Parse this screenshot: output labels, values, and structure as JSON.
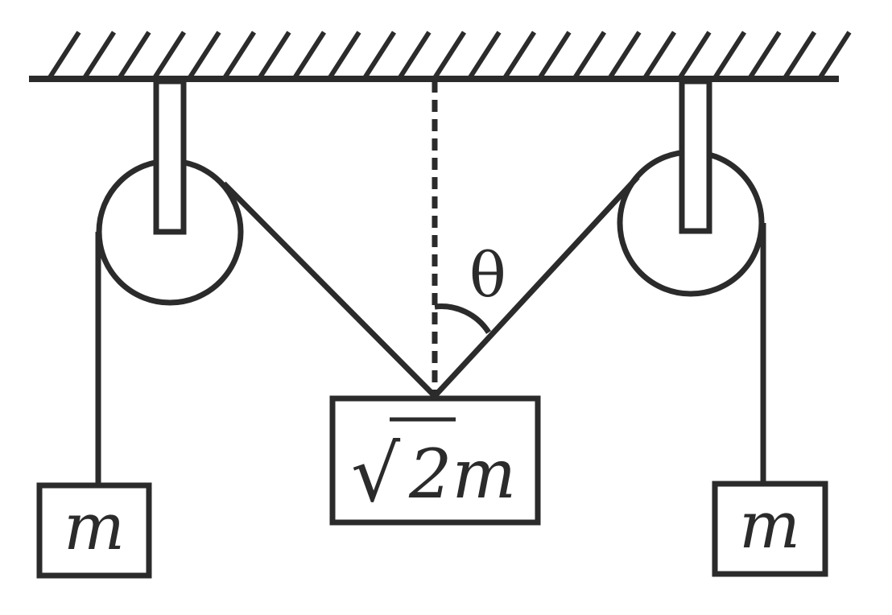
{
  "labels": {
    "left_mass": "m",
    "right_mass": "m",
    "center_mass_radical": "√",
    "center_mass_value": "2m",
    "angle": "θ"
  },
  "colors": {
    "ink": "#2b2b2b",
    "background": "#ffffff"
  }
}
